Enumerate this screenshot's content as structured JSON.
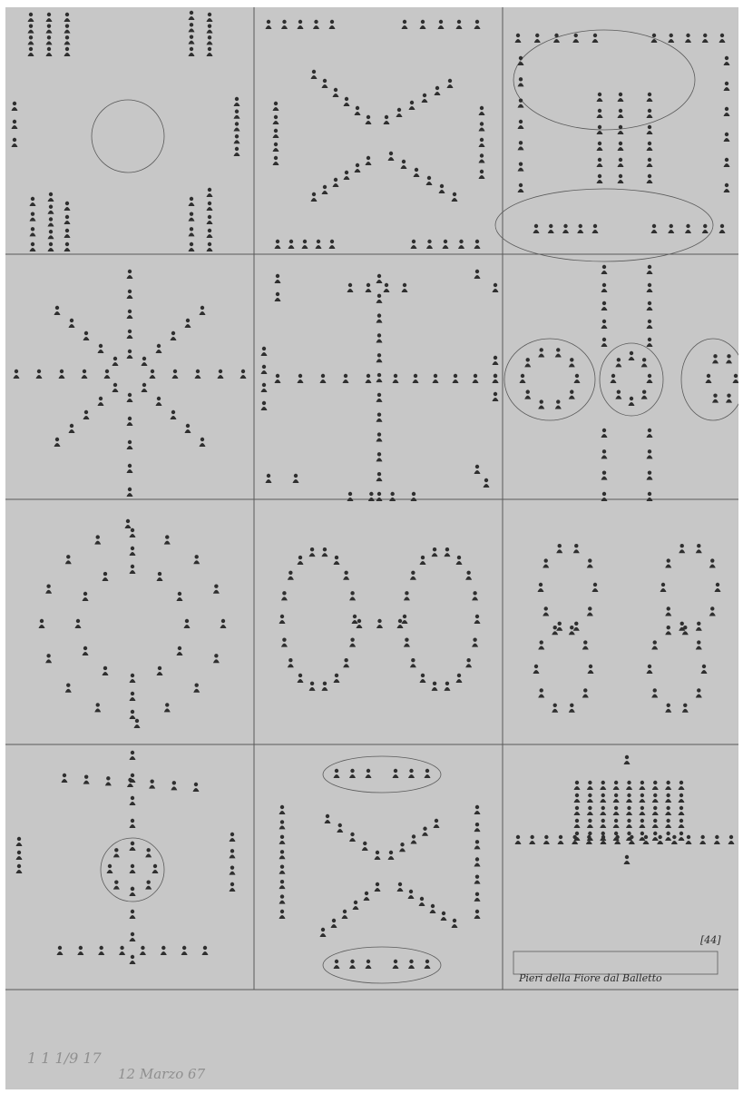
{
  "image": {
    "subject": "Sheet of twelve dance formation diagrams",
    "medium": "ink drawing on paper, photographed in black and white"
  },
  "colors": {
    "paper": "#c7c7c7",
    "ink": "#2f2f2f",
    "grid_line": "#5a5a5a",
    "pencil": "#8f8f8f"
  },
  "grid": {
    "rows": 4,
    "cols": 3
  },
  "panels": [
    {
      "row": 0,
      "col": 0,
      "formation": "four-corner groups with central circle"
    },
    {
      "row": 0,
      "col": 1,
      "formation": "X of diagonal lines"
    },
    {
      "row": 0,
      "col": 2,
      "formation": "three columns with enclosing ovals"
    },
    {
      "row": 1,
      "col": 0,
      "formation": "eight-pointed star"
    },
    {
      "row": 1,
      "col": 1,
      "formation": "cross"
    },
    {
      "row": 1,
      "col": 2,
      "formation": "interlaced ovals"
    },
    {
      "row": 2,
      "col": 0,
      "formation": "star of rings"
    },
    {
      "row": 2,
      "col": 1,
      "formation": "two ovals"
    },
    {
      "row": 2,
      "col": 2,
      "formation": "two figure-eights"
    },
    {
      "row": 3,
      "col": 0,
      "formation": "cross with circle"
    },
    {
      "row": 3,
      "col": 1,
      "formation": "X with ovals"
    },
    {
      "row": 3,
      "col": 2,
      "formation": "block formation with line"
    }
  ],
  "captions": {
    "plate_number": "[44]",
    "title": "Pieri della Fiore dal Balletto"
  },
  "pencil_notes": {
    "line1": "1 1 1/9     17",
    "line2": "12 Marzo 67"
  }
}
